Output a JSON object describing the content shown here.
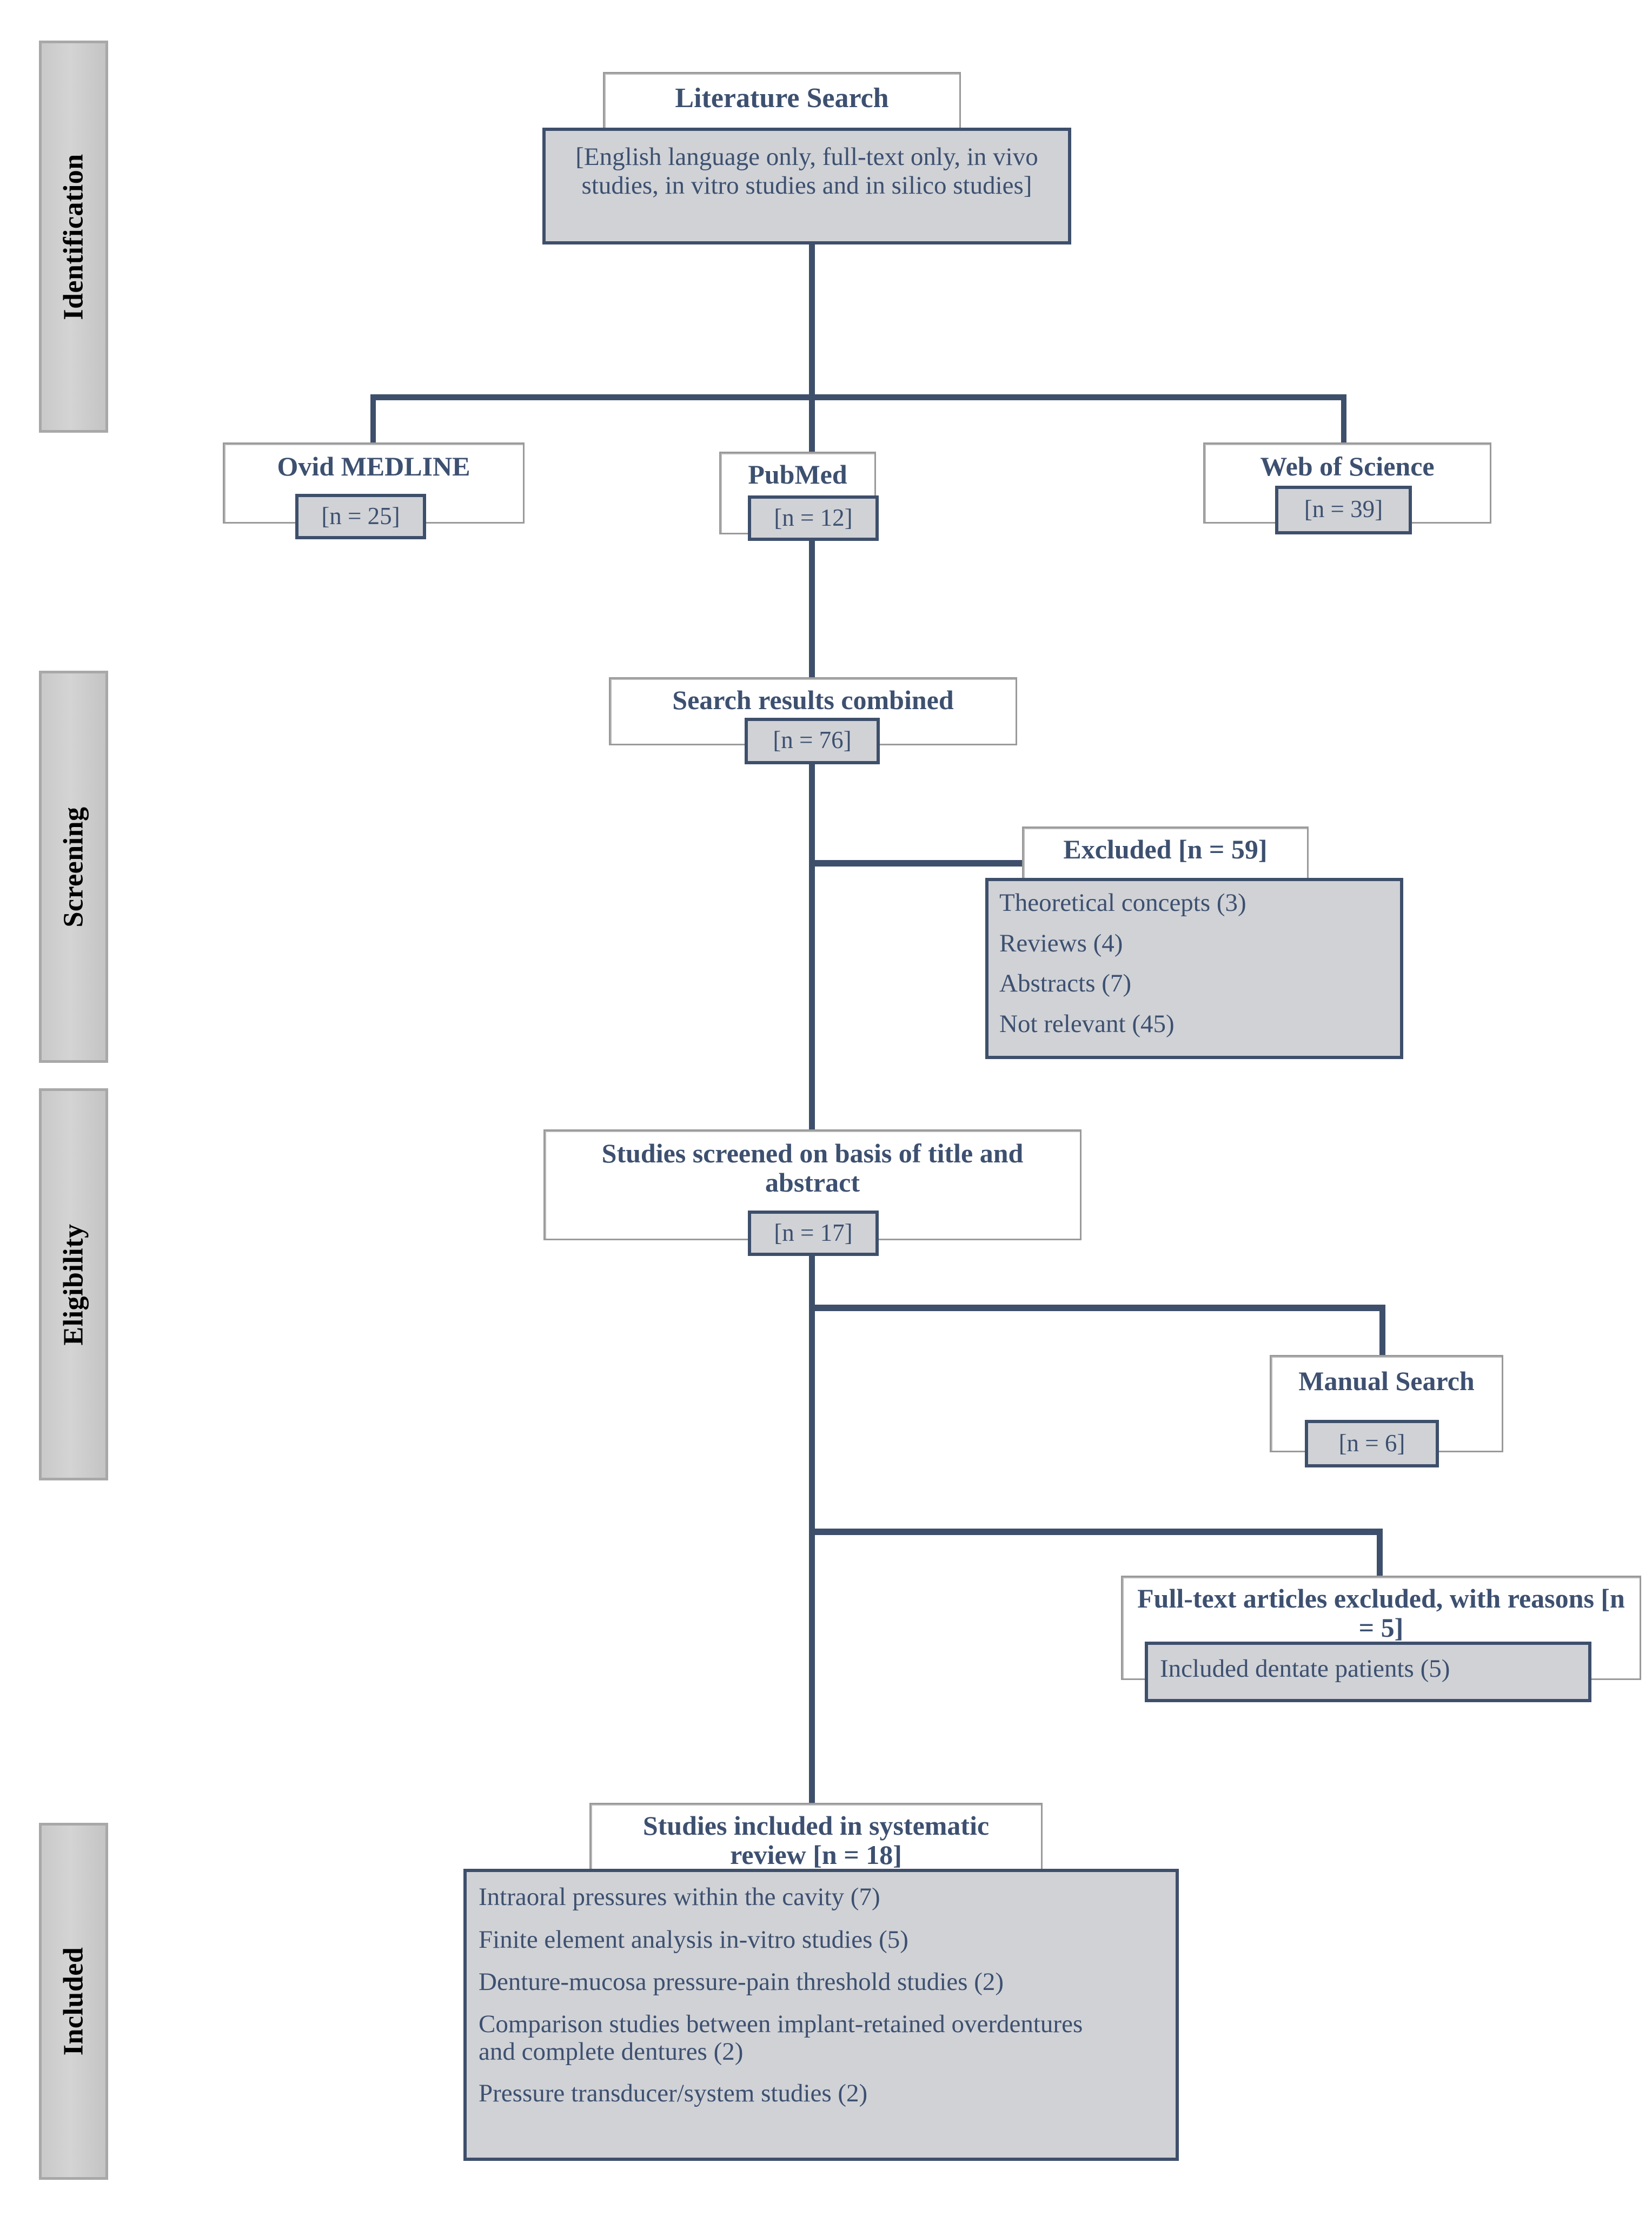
{
  "diagram": {
    "type": "prisma-flow-diagram",
    "colors": {
      "box_border": "#3e4f6b",
      "box_fill_gray": "#d0d2d6",
      "text_blue": "#3d5070",
      "band_fill": "#d0d0d0",
      "band_border": "#a8a8a8",
      "connector": "#3e4f6b"
    }
  },
  "stages": [
    {
      "label": "Identification"
    },
    {
      "label": "Screening"
    },
    {
      "label": "Eligibility"
    },
    {
      "label": "Included"
    }
  ],
  "nodes": {
    "literature_search": {
      "title": "Literature Search",
      "detail": "[English language only, full-text only, in vivo studies, in vitro studies and in silico studies]"
    },
    "ovid_medline": {
      "title": "Ovid MEDLINE",
      "count": "[n = 25]"
    },
    "pubmed": {
      "title": "PubMed",
      "count": "[n = 12]"
    },
    "web_of_science": {
      "title": "Web of Science",
      "count": "[n = 39]"
    },
    "search_results_combined": {
      "title": "Search results combined",
      "count": "[n = 76]"
    },
    "excluded": {
      "title": "Excluded [n = 59]",
      "reasons": [
        "Theoretical concepts (3)",
        "Reviews (4)",
        "Abstracts (7)",
        "Not relevant (45)"
      ]
    },
    "studies_screened": {
      "title": "Studies screened on basis of title and abstract",
      "count": "[n = 17]"
    },
    "manual_search": {
      "title": "Manual Search",
      "count": "[n = 6]"
    },
    "fulltext_excluded": {
      "title": "Full-text articles excluded, with reasons [n = 5]",
      "reasons": [
        "Included dentate patients (5)"
      ]
    },
    "studies_included": {
      "title": "Studies included in systematic review [n = 18]",
      "categories": [
        "Intraoral pressures within the cavity (7)",
        "Finite element analysis in-vitro studies (5)",
        "Denture-mucosa pressure-pain threshold studies (2)",
        "Comparison studies between implant-retained overdentures and complete dentures (2)",
        "Pressure transducer/system studies (2)"
      ]
    }
  }
}
